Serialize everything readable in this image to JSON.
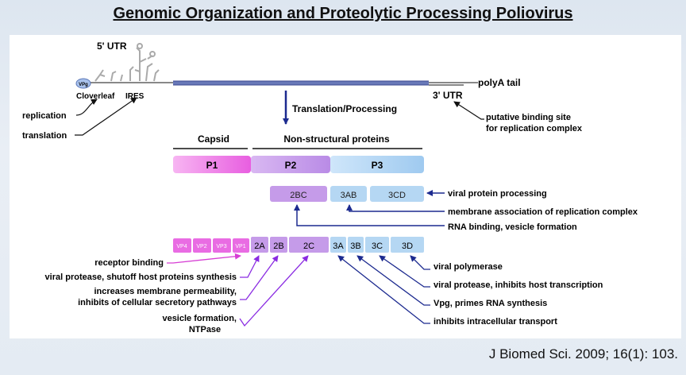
{
  "title": "Genomic Organization and Proteolytic Processing Poliovirus",
  "citation": "J Biomed Sci. 2009; 16(1): 103.",
  "colors": {
    "capsid": "#e85ee0",
    "p2": "#b98be6",
    "p3": "#9fcaf0",
    "genome": "#6878b8",
    "arrow": "#1c2a8f",
    "purple_line": "#8a2be2",
    "magenta_line": "#d63fd4"
  },
  "genome": {
    "utr5": "5' UTR",
    "vpg": "VPg",
    "cloverleaf": "Cloverleaf",
    "ires": "IRES",
    "utr3": "3' UTR",
    "polya": "polyA tail",
    "replication": "replication",
    "translation": "translation",
    "putative_line1": "putative binding site",
    "putative_line2": "for replication complex",
    "translation_processing": "Translation/Processing"
  },
  "polyprotein": {
    "capsid_header": "Capsid",
    "nonstructural_header": "Non-structural proteins",
    "p1": "P1",
    "p2": "P2",
    "p3": "P3"
  },
  "intermediates": {
    "c2bc": "2BC",
    "c3ab": "3AB",
    "c3cd": "3CD",
    "note_processing": "viral protein processing",
    "note_membrane": "membrane association of replication complex",
    "note_rna": "RNA binding, vesicle formation"
  },
  "mature": {
    "vp4": "VP4",
    "vp2": "VP2",
    "vp3": "VP3",
    "vp1": "VP1",
    "p2a": "2A",
    "p2b": "2B",
    "p2c": "2C",
    "p3a": "3A",
    "p3b": "3B",
    "p3c": "3C",
    "p3d": "3D"
  },
  "functions_left": {
    "receptor": "receptor binding",
    "protease2a": "viral protease, shutoff host proteins synthesis",
    "perm1": "increases membrane permeability,",
    "perm2": "inhibits of cellular secretory pathways",
    "vesicle1": "vesicle formation,",
    "vesicle2": "NTPase"
  },
  "functions_right": {
    "polymerase": "viral polymerase",
    "protease3c": "viral protease, inhibits host transcription",
    "vpg": "Vpg, primes RNA synthesis",
    "transport": "inhibits intracellular transport"
  }
}
